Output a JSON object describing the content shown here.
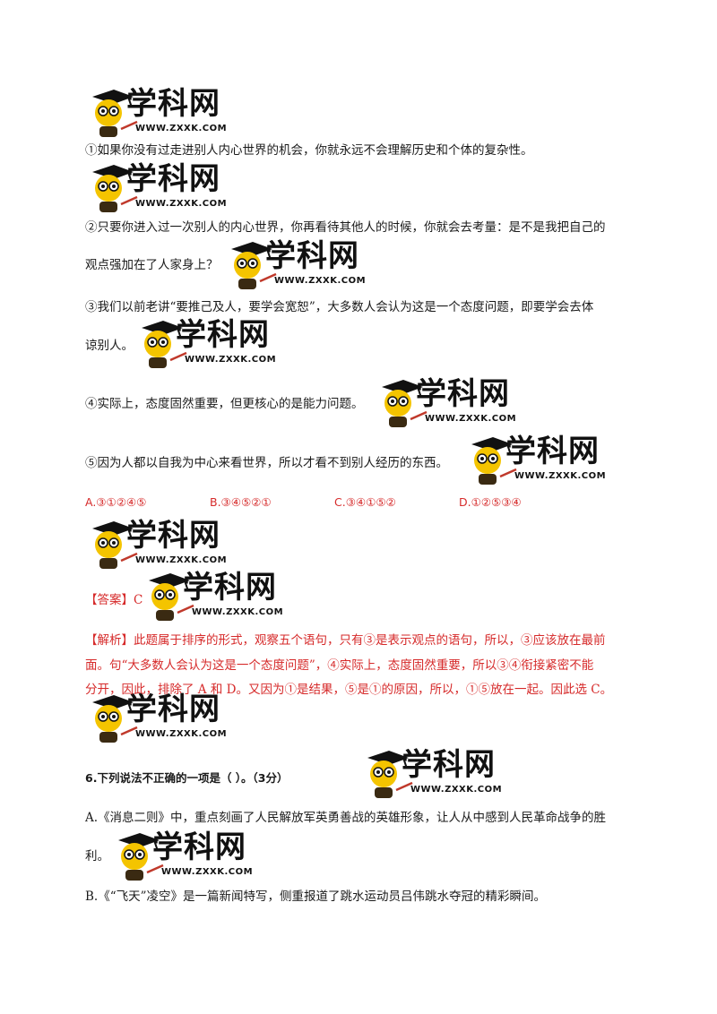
{
  "watermark": {
    "word": "学科网",
    "url": "WWW.ZXXK.COM"
  },
  "colors": {
    "answer_red": "#d62a2a",
    "text": "#1a1a1a",
    "logo_face": "#f4c400"
  },
  "sentences": [
    "①如果你没有过走进别人内心世界的机会，你就永远不会理解历史和个体的复杂性。",
    "②只要你进入过一次别人的内心世界，你再看待其他人的时候，你就会去考量：是不是我把自己的",
    "观点强加在了人家身上？",
    "③我们以前老讲“要推己及人，要学会宽恕”，大多数人会认为这是一个态度问题，即要学会去体",
    "谅别人。",
    "④实际上，态度固然重要，但更核心的是能力问题。",
    "⑤因为人都以自我为中心来看世界，所以才看不到别人经历的东西。"
  ],
  "options": [
    "A.③①②④⑤",
    "B.③④⑤②①",
    "C.③④①⑤②",
    "D.①②⑤③④"
  ],
  "answer": {
    "label": "【答案】C"
  },
  "analysis": [
    "【解析】此题属于排序的形式，观察五个语句，只有③是表示观点的语句，所以，③应该放在最前",
    "面。句“大多数人会认为这是一个态度问题”，④实际上，态度固然重要，所以③④衔接紧密不能",
    "分开，因此，排除了 A 和 D。又因为①是结果，⑤是①的原因，所以，①⑤放在一起。因此选 C。"
  ],
  "question6": {
    "stem": "6.下列说法不正确的一项是（        ）。（3分）",
    "options": [
      "A.《消息二则》中，重点刻画了人民解放军英勇善战的英雄形象，让人从中感到人民革命战争的胜",
      "利。",
      "B.《“飞天”凌空》是一篇新闻特写，侧重报道了跳水运动员吕伟跳水夺冠的精彩瞬间。"
    ]
  }
}
